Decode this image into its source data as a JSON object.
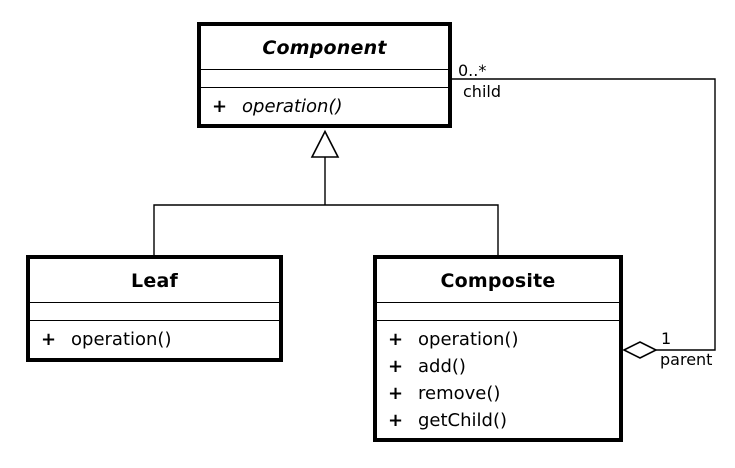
{
  "classes": {
    "component": {
      "name": "Component",
      "abstract": true,
      "attributes": [],
      "operations": [
        {
          "visibility": "+",
          "signature": "operation()",
          "abstract": true
        }
      ]
    },
    "leaf": {
      "name": "Leaf",
      "abstract": false,
      "attributes": [],
      "operations": [
        {
          "visibility": "+",
          "signature": "operation()"
        }
      ]
    },
    "composite": {
      "name": "Composite",
      "abstract": false,
      "attributes": [],
      "operations": [
        {
          "visibility": "+",
          "signature": "operation()"
        },
        {
          "visibility": "+",
          "signature": "add()"
        },
        {
          "visibility": "+",
          "signature": "remove()"
        },
        {
          "visibility": "+",
          "signature": "getChild()"
        }
      ]
    }
  },
  "relationships": {
    "generalizations": [
      {
        "from": "Leaf",
        "to": "Component"
      },
      {
        "from": "Composite",
        "to": "Component"
      }
    ],
    "aggregation": {
      "from": "Composite",
      "to": "Component",
      "labels": {
        "child_multiplicity": "0..*",
        "child_role": "child",
        "parent_multiplicity": "1",
        "parent_role": "parent"
      }
    }
  },
  "colors": {
    "line": "#000000",
    "fill": "#ffffff",
    "text": "#000000"
  }
}
